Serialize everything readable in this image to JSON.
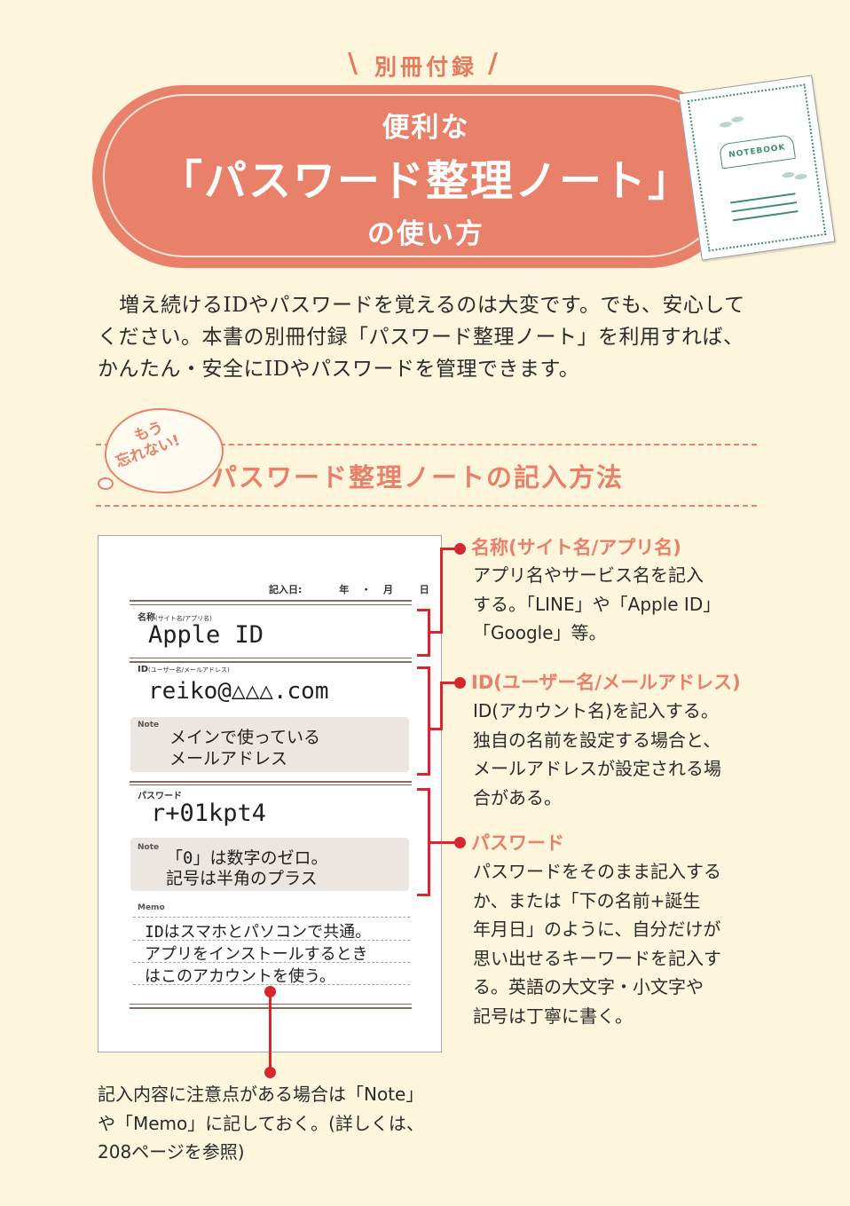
{
  "header": {
    "appendix": "別冊付録",
    "title_line1": "便利な",
    "title_line2": "「パスワード整理ノート」",
    "title_line3": "の使い方"
  },
  "notebook_label": "NOTEBOOK",
  "intro": "増え続けるIDやパスワードを覚えるのは大変です。でも、安心してください。本書の別冊付録「パスワード整理ノート」を利用すれば、かんたん・安全にIDやパスワードを管理できます。",
  "section": {
    "badge_line1": "もう",
    "badge_line2": "忘れない!",
    "title": "パスワード整理ノートの記入方法"
  },
  "form": {
    "date_label": "記入日:",
    "date_year": "年",
    "date_sep": "・",
    "date_month": "月",
    "date_day": "日",
    "name_label": "名称",
    "name_sub": "(サイト名/アプリ名)",
    "name_value": "Apple ID",
    "id_label": "ID",
    "id_sub": "(ユーザー名/メールアドレス)",
    "id_value": "reiko@△△△.com",
    "note_tag": "Note",
    "id_note_line1": "メインで使っている",
    "id_note_line2": "メールアドレス",
    "pw_label": "パスワード",
    "pw_value": "r+01kpt4",
    "pw_note_line1": "「0」は数字のゼロ。",
    "pw_note_line2": "記号は半角のプラス",
    "memo_tag": "Memo",
    "memo_line1": "IDはスマホとパソコンで共通。",
    "memo_line2": "アプリをインストールするとき",
    "memo_line3": "はこのアカウントを使う。"
  },
  "annotations": {
    "name": {
      "title": "名称(サイト名/アプリ名)",
      "lines": [
        "アプリ名やサービス名を記入",
        "する。「LINE」や「Apple ID」",
        "「Google」等。"
      ]
    },
    "id": {
      "title": "ID(ユーザー名/メールアドレス)",
      "lines": [
        "ID(アカウント名)を記入する。",
        "独自の名前を設定する場合と、",
        "メールアドレスが設定される場",
        "合がある。"
      ]
    },
    "password": {
      "title": "パスワード",
      "lines": [
        "パスワードをそのまま記入する",
        "か、または「下の名前+誕生",
        "年月日」のように、自分だけが",
        "思い出せるキーワードを記入す",
        "る。英語の大文字・小文字や",
        "記号は丁寧に書く。"
      ]
    }
  },
  "bottom_note": {
    "lines": [
      "記入内容に注意点がある場合は「Note」",
      "や「Memo」に記しておく。(詳しくは、",
      "208ページを参照)"
    ]
  },
  "colors": {
    "accent": "#e9806a",
    "bracket_red": "#d8262f",
    "background": "#fdf5dc",
    "notebook_green": "#3d8c78"
  }
}
